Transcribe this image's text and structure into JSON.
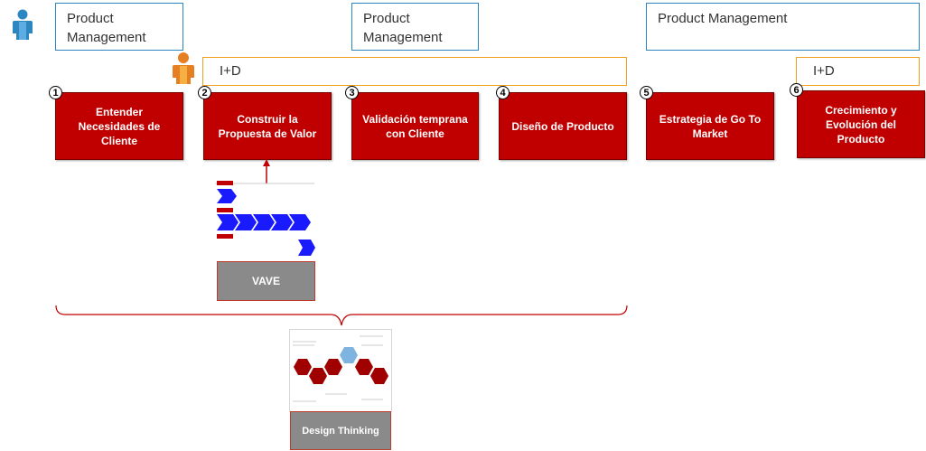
{
  "lanes": {
    "product_management_1": "Product Management",
    "product_management_2": "Product Management",
    "product_management_3": "Product Management",
    "id_1": "I+D",
    "id_2": "I+D"
  },
  "steps": [
    {
      "number": "1",
      "label": "Entender Necesidades de Cliente"
    },
    {
      "number": "2",
      "label": "Construir la Propuesta de Valor"
    },
    {
      "number": "3",
      "label": "Validación temprana con Cliente"
    },
    {
      "number": "4",
      "label": "Diseño de Producto"
    },
    {
      "number": "5",
      "label": "Estrategia de Go To Market"
    },
    {
      "number": "6",
      "label": "Crecimiento y Evolución del Producto"
    }
  ],
  "thumbnails": {
    "vave_label": "VAVE",
    "design_thinking_label": "Design Thinking"
  },
  "colors": {
    "step_red": "#c00000",
    "pm_blue": "#2e86c1",
    "id_orange": "#f0a020",
    "thumb_grey": "#8a8a8a",
    "chevron_blue": "#1a1aff"
  },
  "icons": [
    "person-blue-icon",
    "person-orange-icon"
  ]
}
